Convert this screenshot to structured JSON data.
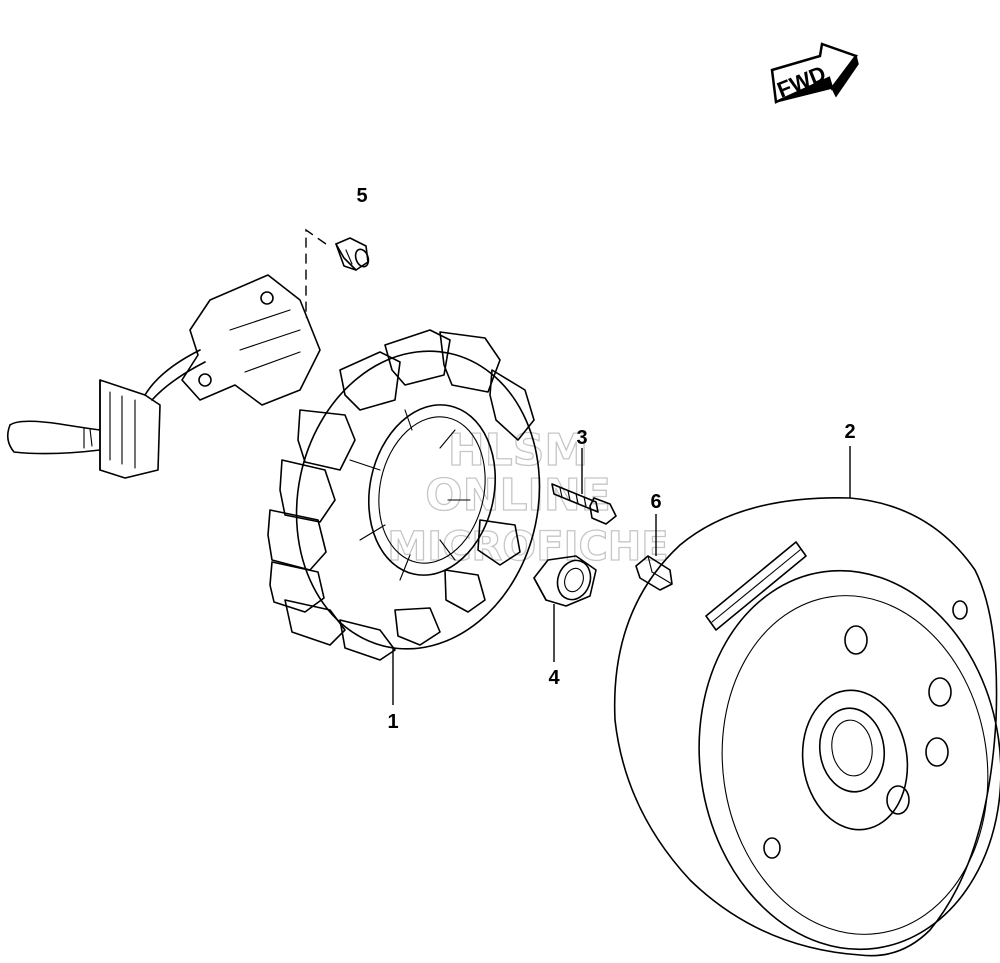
{
  "direction_marker": {
    "label": "FWD",
    "icon": "arrow-right-icon"
  },
  "watermark": {
    "line1": "HLSM",
    "line2": "ONLINE",
    "line3": "MICROFICHE"
  },
  "callouts": [
    {
      "id": "1",
      "label": "1",
      "part": "stator-coil"
    },
    {
      "id": "2",
      "label": "2",
      "part": "rotor-flywheel"
    },
    {
      "id": "3",
      "label": "3",
      "part": "bolt"
    },
    {
      "id": "4",
      "label": "4",
      "part": "nut"
    },
    {
      "id": "5",
      "label": "5",
      "part": "screw"
    },
    {
      "id": "6",
      "label": "6",
      "part": "key"
    }
  ]
}
